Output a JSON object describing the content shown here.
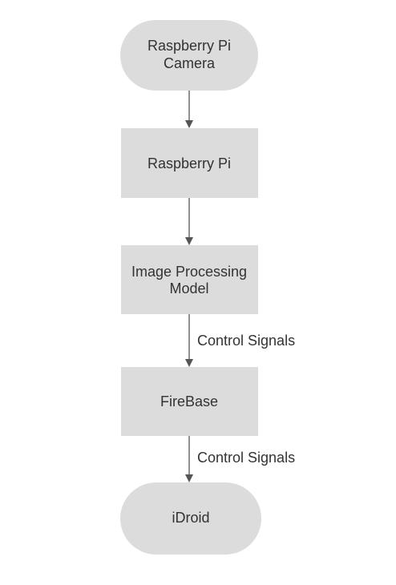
{
  "nodes": [
    {
      "id": "camera",
      "shape": "terminal",
      "lines": [
        "Raspberry Pi",
        "Camera"
      ]
    },
    {
      "id": "rpi",
      "shape": "process",
      "lines": [
        "Raspberry Pi"
      ]
    },
    {
      "id": "model",
      "shape": "process",
      "lines": [
        "Image Processing",
        "Model"
      ]
    },
    {
      "id": "firebase",
      "shape": "process",
      "lines": [
        "FireBase"
      ]
    },
    {
      "id": "idroid",
      "shape": "terminal",
      "lines": [
        "iDroid"
      ]
    }
  ],
  "edges": [
    {
      "from": "camera",
      "to": "rpi",
      "label": ""
    },
    {
      "from": "rpi",
      "to": "model",
      "label": ""
    },
    {
      "from": "model",
      "to": "firebase",
      "label": "Control Signals"
    },
    {
      "from": "firebase",
      "to": "idroid",
      "label": "Control Signals"
    }
  ],
  "colors": {
    "node_fill": "#dcdcdc",
    "text": "#333333",
    "arrow": "#555555"
  }
}
